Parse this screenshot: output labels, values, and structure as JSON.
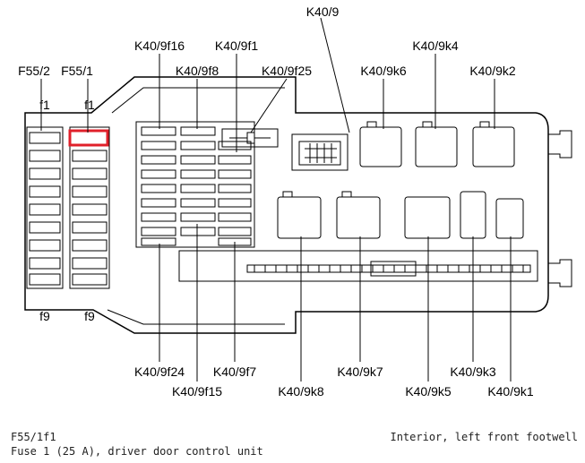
{
  "labels": {
    "top": [
      "K40/9",
      "K40/9f16",
      "K40/9f1",
      "K40/9k4",
      "F55/2",
      "F55/1",
      "K40/9f8",
      "K40/9f25",
      "K40/9k6",
      "K40/9k2"
    ],
    "fuse_ends": [
      "f1",
      "f1",
      "f9",
      "f9"
    ],
    "bottom": [
      "K40/9f24",
      "K40/9f7",
      "K40/9k7",
      "K40/9k3",
      "K40/9f15",
      "K40/9k8",
      "K40/9k5",
      "K40/9k1"
    ]
  },
  "caption": {
    "code": "F55/1f1",
    "description": "Fuse 1 (25 A), driver door control unit",
    "location": "Interior, left front footwell"
  },
  "colors": {
    "highlight": "#e0202a",
    "ink": "#000000"
  }
}
